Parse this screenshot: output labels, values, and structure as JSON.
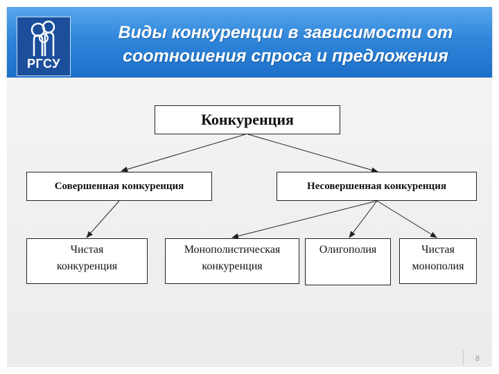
{
  "header": {
    "logo_text": "РГСУ",
    "title": "Виды конкуренции в зависимости от соотношения спроса и предложения"
  },
  "diagram": {
    "root": "Конкуренция",
    "perfect": "Совершенная конкуренция",
    "imperfect": "Несовершенная конкуренция",
    "leaves": {
      "pure_competition": "Чистая конкуренция",
      "monopolistic": "Монополистическая конкуренция",
      "oligopoly": "Олигополия",
      "pure_monopoly": "Чистая монополия"
    }
  },
  "footer": {
    "page_number": "8"
  },
  "colors": {
    "header_blue": "#2f86da",
    "logo_blue": "#1b4f9c"
  }
}
